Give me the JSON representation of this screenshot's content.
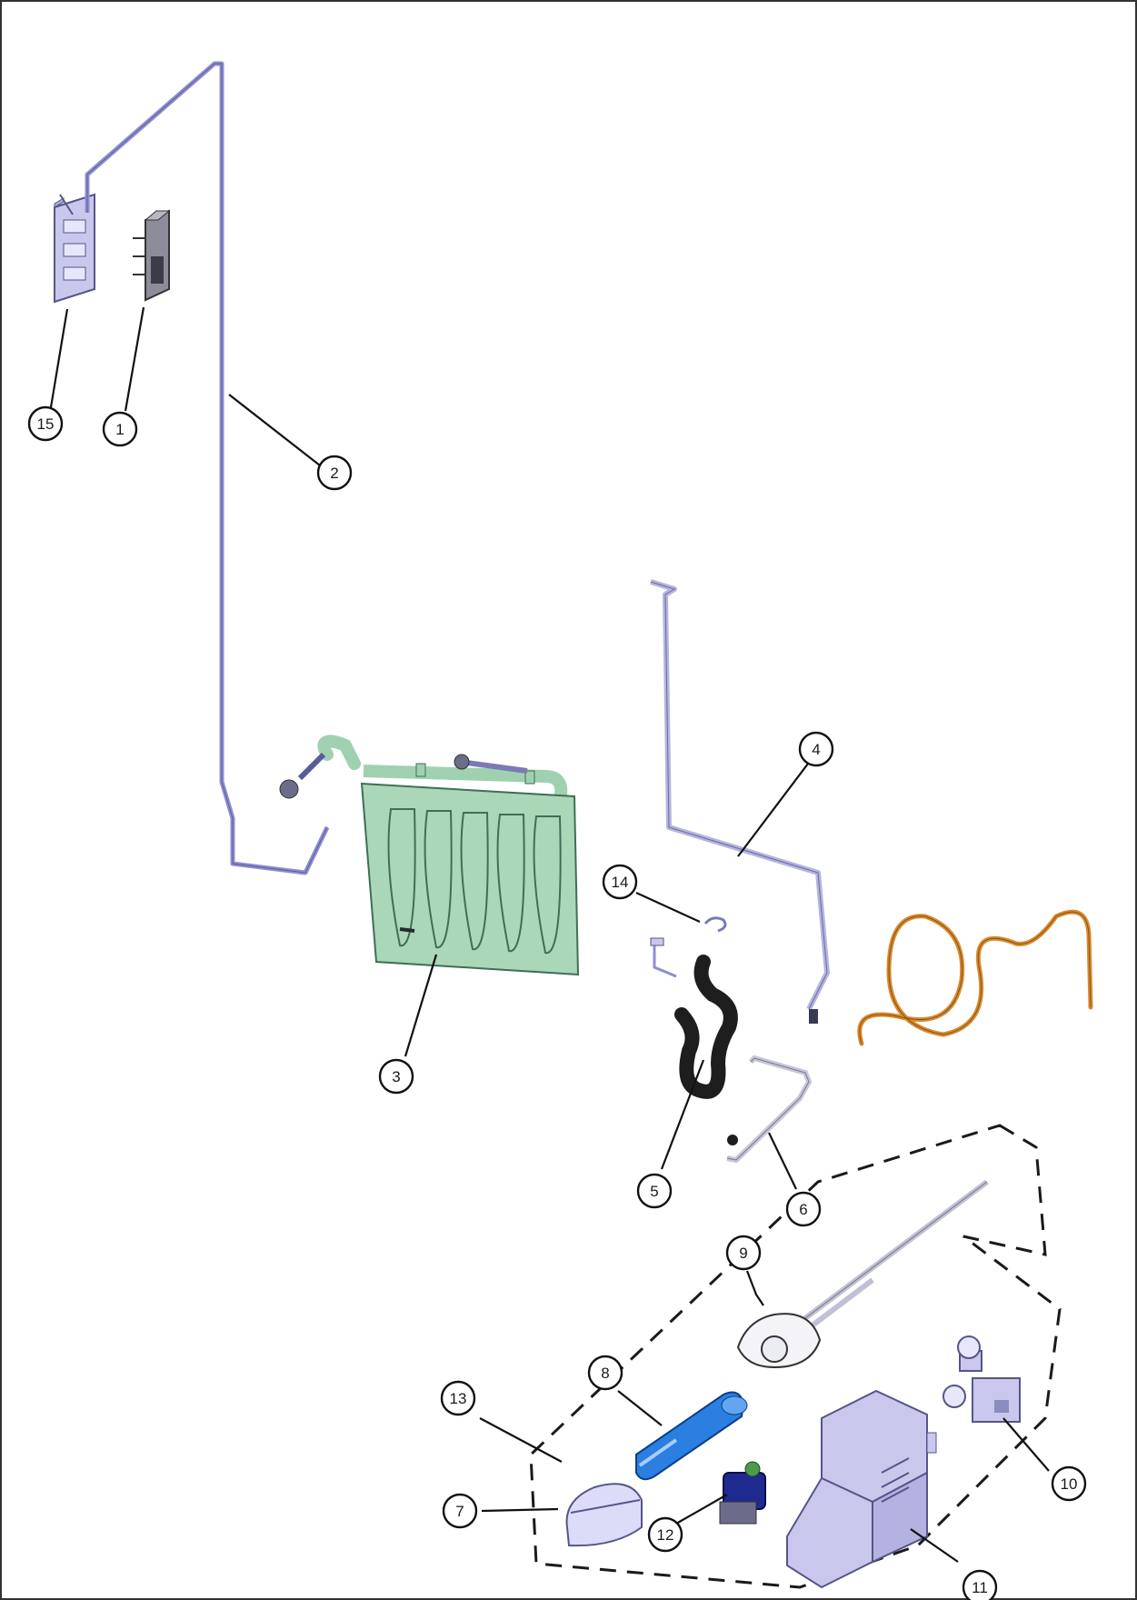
{
  "diagram": {
    "colors": {
      "tubing": "#8f8fcf",
      "tubing_dark": "#5a5a9e",
      "ice_tray": "#9fd1b0",
      "ice_tray_edge": "#3f6f55",
      "water_line": "#d98b2f",
      "filter_blue": "#2a7fe0",
      "hose_black": "#1e1e1e",
      "bracket": "#c9c8ec",
      "leader": "#111111"
    },
    "callouts": [
      {
        "id": "c1",
        "label": "1"
      },
      {
        "id": "c2",
        "label": "2"
      },
      {
        "id": "c3",
        "label": "3"
      },
      {
        "id": "c4",
        "label": "4"
      },
      {
        "id": "c5",
        "label": "5"
      },
      {
        "id": "c6",
        "label": "6"
      },
      {
        "id": "c7",
        "label": "7"
      },
      {
        "id": "c8",
        "label": "8"
      },
      {
        "id": "c9",
        "label": "9"
      },
      {
        "id": "c10",
        "label": "10"
      },
      {
        "id": "c11",
        "label": "11"
      },
      {
        "id": "c12",
        "label": "12"
      },
      {
        "id": "c13",
        "label": "13"
      },
      {
        "id": "c14",
        "label": "14"
      },
      {
        "id": "c15",
        "label": "15"
      }
    ],
    "icons": [
      "switch-housing-icon",
      "connector-icon",
      "water-tube-icon",
      "ice-tray-icon",
      "fill-tube-icon",
      "drain-hose-icon",
      "tray-hanger-icon",
      "filter-cap-icon",
      "water-filter-icon",
      "filter-head-icon",
      "water-valve-icon",
      "valve-bracket-icon",
      "valve-actuator-icon",
      "clip-icon",
      "heater-wire-icon"
    ]
  }
}
